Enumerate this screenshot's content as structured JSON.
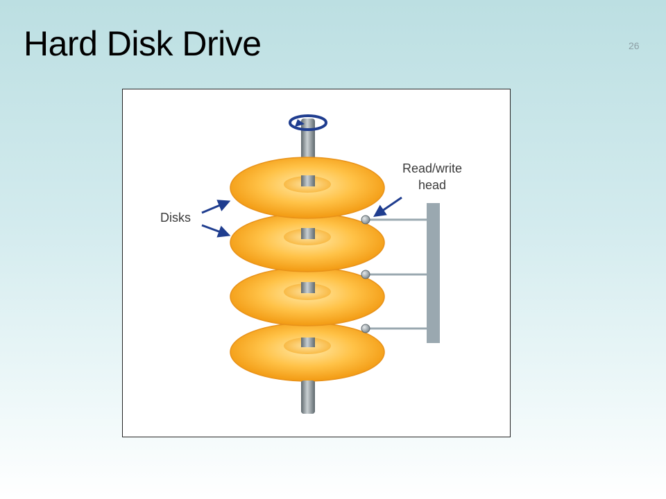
{
  "slide": {
    "title": "Hard Disk Drive",
    "number": "26"
  },
  "diagram": {
    "labels": {
      "disks": "Disks",
      "head_line1": "Read/write",
      "head_line2": "head"
    },
    "platter_count": 4,
    "colors": {
      "platter_outer": "#f5a623",
      "platter_inner": "#ffd980",
      "spindle": "#8a9499",
      "arm": "#9aa8b0",
      "arrow": "#1f3d8f",
      "frame": "#222222"
    }
  }
}
